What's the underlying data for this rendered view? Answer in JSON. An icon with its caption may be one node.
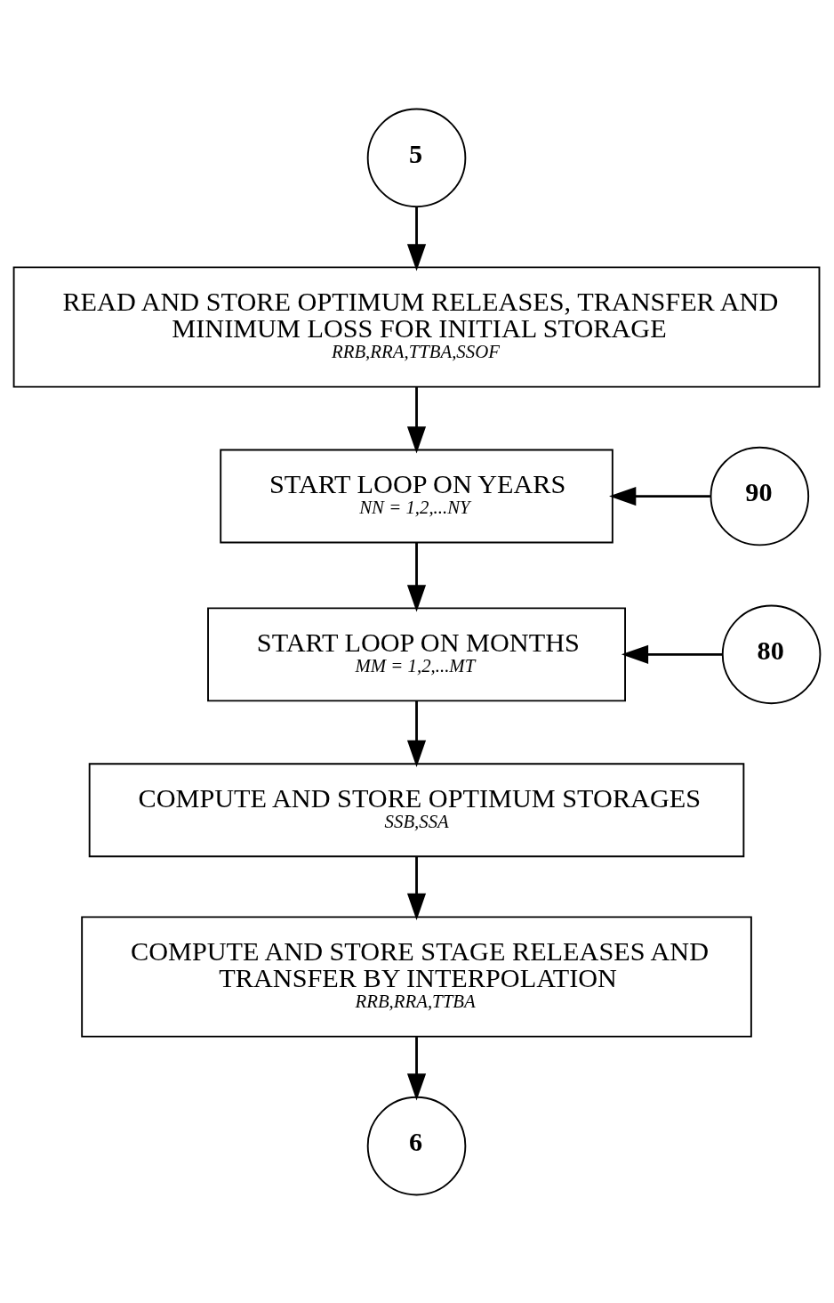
{
  "diagram": {
    "nodes": [
      {
        "text": [
          "5"
        ]
      },
      {
        "text": [
          "READ AND STORE OPTIMUM RELEASES, TRANSFER AND MINIMUM LOSS FOR INITIAL STORAGE",
          "RRB,RRA,TTBA,SSOF"
        ]
      },
      {
        "text": [
          "START LOOP ON YEARS",
          "NN = 1,2,...NY"
        ]
      },
      {
        "text": [
          "90"
        ]
      },
      {
        "text": [
          "START LOOP ON MONTHS",
          "MM = 1,2,...MT"
        ]
      },
      {
        "text": [
          "80"
        ]
      },
      {
        "text": [
          "COMPUTE AND STORE OPTIMUM STORAGES",
          "SSB,SSA"
        ]
      },
      {
        "text": [
          "COMPUTE AND STORE STAGE RELEASES AND TRANSFER BY INTERPOLATION",
          "RRB,RRA,TTBA"
        ]
      },
      {
        "text": [
          "6"
        ]
      }
    ],
    "edges": [
      {
        "from": 0,
        "to": 1,
        "arrow": "to"
      },
      {
        "from": 1,
        "to": 2,
        "arrow": "to"
      },
      {
        "from": 3,
        "to": 2,
        "arrow": "to"
      },
      {
        "from": 2,
        "to": 4,
        "arrow": "to"
      },
      {
        "from": 5,
        "to": 4,
        "arrow": "to"
      },
      {
        "from": 4,
        "to": 6,
        "arrow": "to"
      },
      {
        "from": 6,
        "to": 7,
        "arrow": "to"
      },
      {
        "from": 7,
        "to": 8,
        "arrow": "to"
      }
    ]
  }
}
